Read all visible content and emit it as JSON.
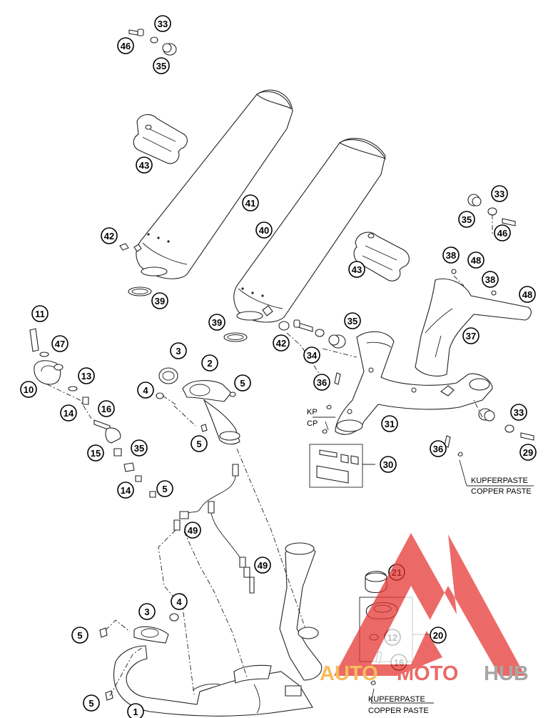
{
  "callouts": [
    "33",
    "46",
    "35",
    "43",
    "41",
    "40",
    "42",
    "39",
    "43",
    "33",
    "35",
    "46",
    "38",
    "48",
    "38",
    "48",
    "11",
    "47",
    "39",
    "42",
    "35",
    "34",
    "37",
    "10",
    "13",
    "3",
    "2",
    "5",
    "4",
    "36",
    "14",
    "16",
    "5",
    "31",
    "33",
    "15",
    "35",
    "36",
    "29",
    "30",
    "14",
    "5",
    "49",
    "49",
    "21",
    "3",
    "4",
    "20",
    "12",
    "5",
    "16",
    "5",
    "1"
  ],
  "notes": {
    "kp": "KP",
    "cp": "CP",
    "kupferpaste_1": "KUPFERPASTE",
    "copper_paste_1": "COPPER PASTE",
    "kupferpaste_2": "KUPFERPASTE",
    "copper_paste_2": "COPPER PASTE"
  },
  "watermark": {
    "part1": "AUTO",
    "part2": "MOTO",
    "part3": "HUB",
    "color_red": "#e53935",
    "color_orange": "#f5a623",
    "color_gray": "#8a8a8a"
  }
}
